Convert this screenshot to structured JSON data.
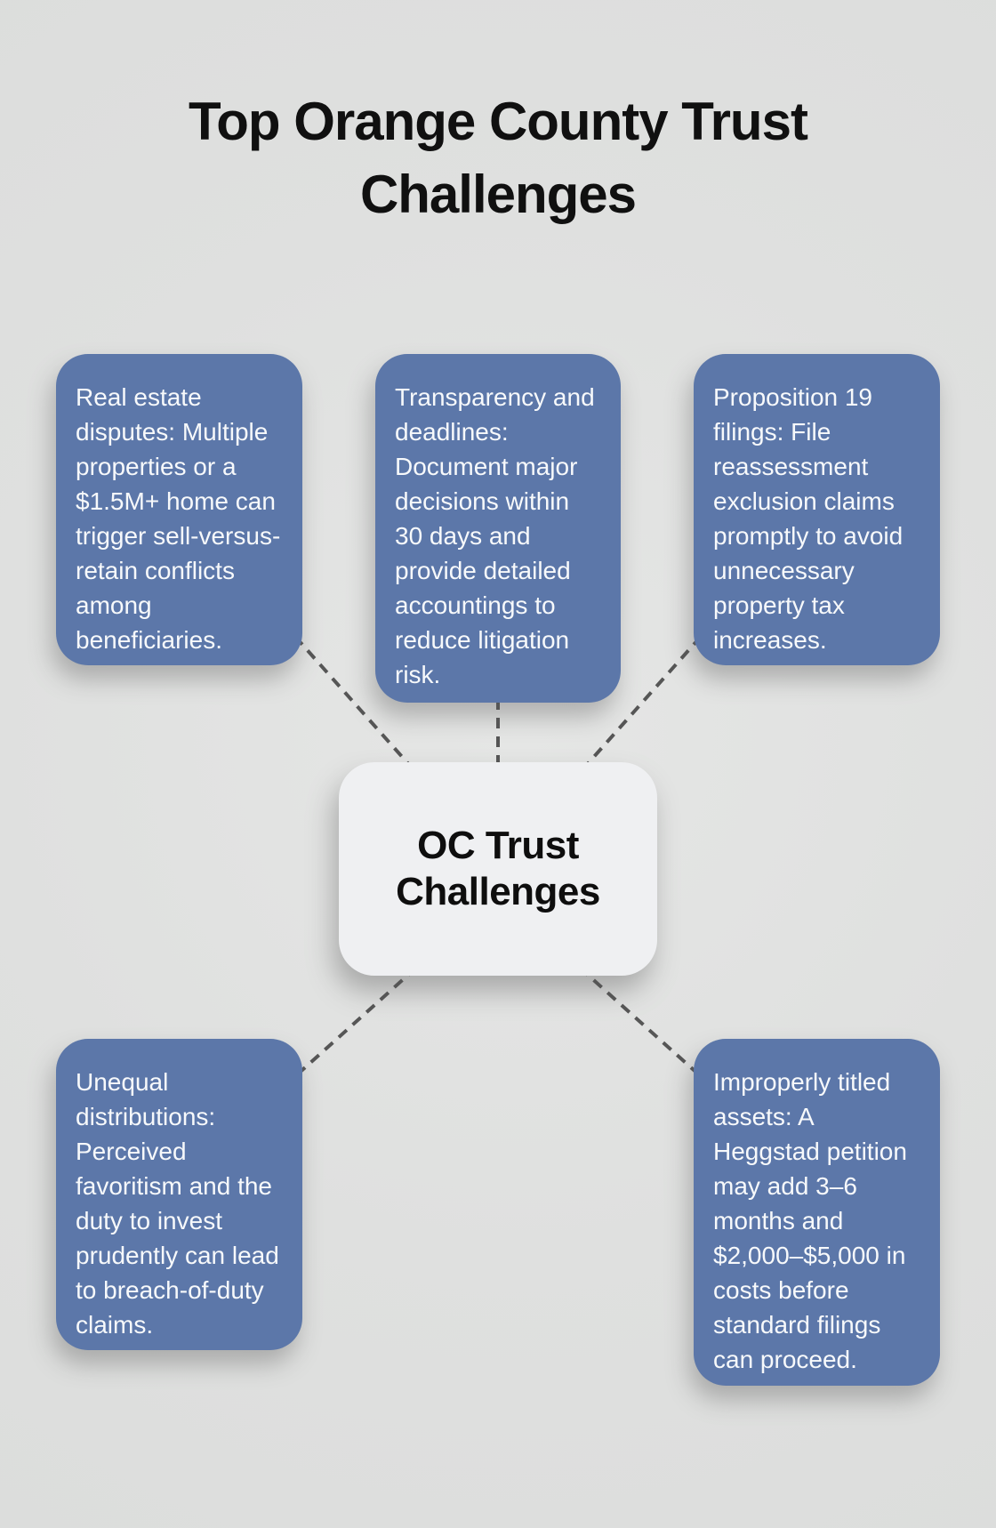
{
  "title": "Top Orange County Trust Challenges",
  "center_node": {
    "label": "OC Trust Challenges"
  },
  "branch_nodes": [
    {
      "name": "real-estate-disputes",
      "text": "Real estate disputes: Multiple properties or a $1.5M+ home can trigger sell-versus-retain conflicts among beneficiaries."
    },
    {
      "name": "transparency-and-deadlines",
      "text": "Transparency and deadlines: Document major decisions within 30 days and provide detailed accountings to reduce litigation risk."
    },
    {
      "name": "proposition-19-filings",
      "text": "Proposition 19 filings: File reassessment exclusion claims promptly to avoid unnecessary property tax increases."
    },
    {
      "name": "unequal-distributions",
      "text": "Unequal distributions: Perceived favoritism and the duty to invest prudently can lead to breach-of-duty claims."
    },
    {
      "name": "improperly-titled-assets",
      "text": "Improperly titled assets: A Heggstad petition may add 3–6 months and $2,000–$5,000 in costs before standard filings can proceed."
    }
  ],
  "colors": {
    "background": "#DFE0DF",
    "branch_fill": "#5C77A9",
    "branch_text": "#F7F9FB",
    "center_fill": "#EFF0F2",
    "center_text": "#0E0E0E",
    "title_text": "#101010",
    "connector": "#565656"
  }
}
